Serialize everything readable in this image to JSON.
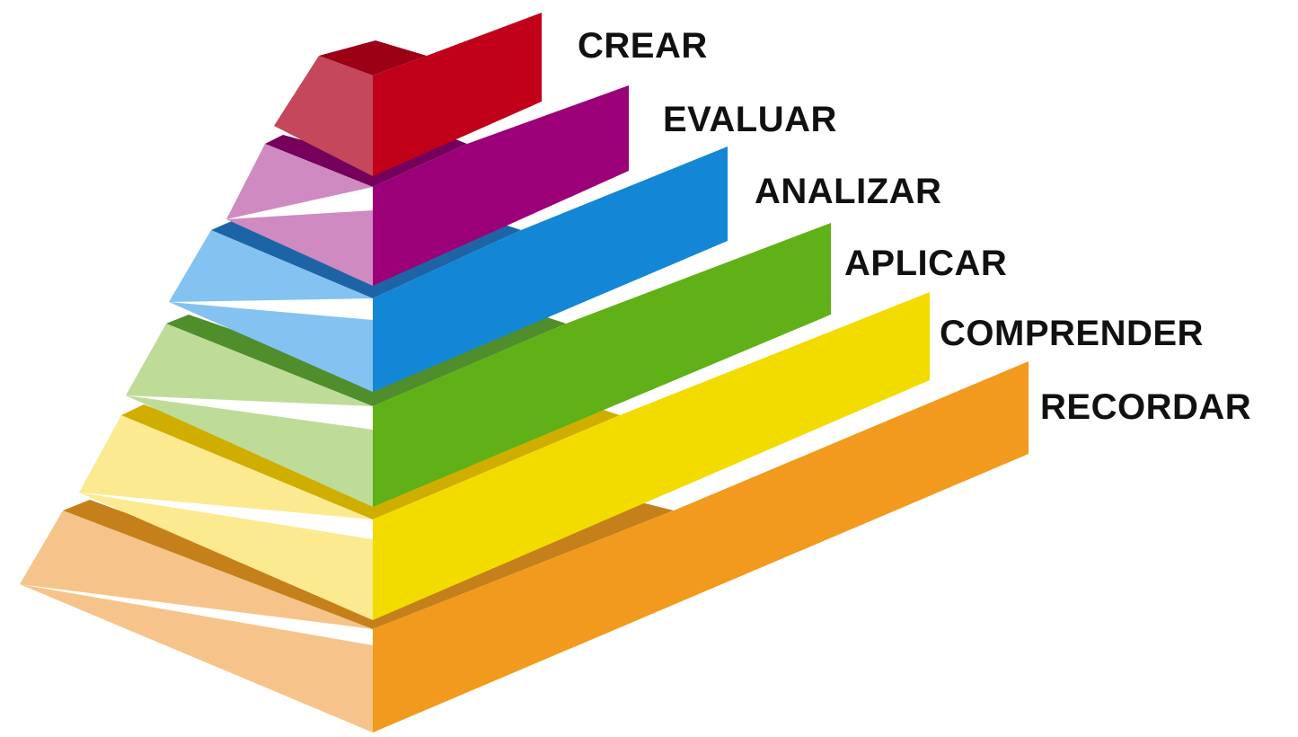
{
  "diagram": {
    "levels": [
      {
        "label": "CREAR",
        "top": "#9b0014",
        "side": "#c4475c",
        "front": "#c10019"
      },
      {
        "label": "EVALUAR",
        "top": "#74005c",
        "side": "#cf8ac1",
        "front": "#9c0078"
      },
      {
        "label": "ANALIZAR",
        "top": "#1d64a6",
        "side": "#84c2f1",
        "front": "#1386d6"
      },
      {
        "label": "APLICAR",
        "top": "#4f8e2b",
        "side": "#bedb98",
        "front": "#5fb117"
      },
      {
        "label": "COMPRENDER",
        "top": "#d0ae00",
        "side": "#fbea8f",
        "front": "#f2dc00"
      },
      {
        "label": "RECORDAR",
        "top": "#c5801b",
        "side": "#f6c48a",
        "front": "#f29a1e"
      }
    ]
  }
}
